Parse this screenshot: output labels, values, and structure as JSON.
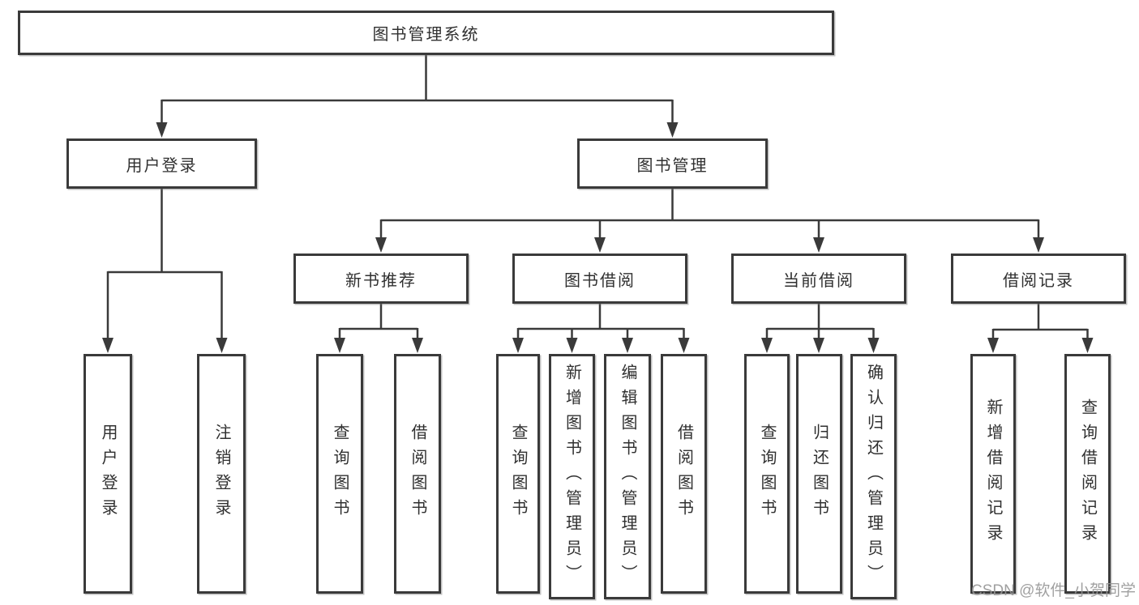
{
  "tree": {
    "label": "图书管理系统",
    "children": [
      {
        "label": "用户登录",
        "children": [
          {
            "label": "用户登录"
          },
          {
            "label": "注销登录"
          }
        ]
      },
      {
        "label": "图书管理",
        "children": [
          {
            "label": "新书推荐",
            "children": [
              {
                "label": "查询图书"
              },
              {
                "label": "借阅图书"
              }
            ]
          },
          {
            "label": "图书借阅",
            "children": [
              {
                "label": "查询图书"
              },
              {
                "label": "新增图书（管理员）"
              },
              {
                "label": "编辑图书（管理员）"
              },
              {
                "label": "借阅图书"
              }
            ]
          },
          {
            "label": "当前借阅",
            "children": [
              {
                "label": "查询图书"
              },
              {
                "label": "归还图书"
              },
              {
                "label": "确认归还（管理员）"
              }
            ]
          },
          {
            "label": "借阅记录",
            "children": [
              {
                "label": "新增借阅记录"
              },
              {
                "label": "查询借阅记录"
              }
            ]
          }
        ]
      }
    ]
  },
  "watermark": {
    "text": "CSDN @软件_小贺同学"
  },
  "colors": {
    "line": "#3a3a3a",
    "box_border": "#3a3a3a",
    "text": "#303030",
    "watermark": "#969696",
    "background": "#ffffff"
  }
}
